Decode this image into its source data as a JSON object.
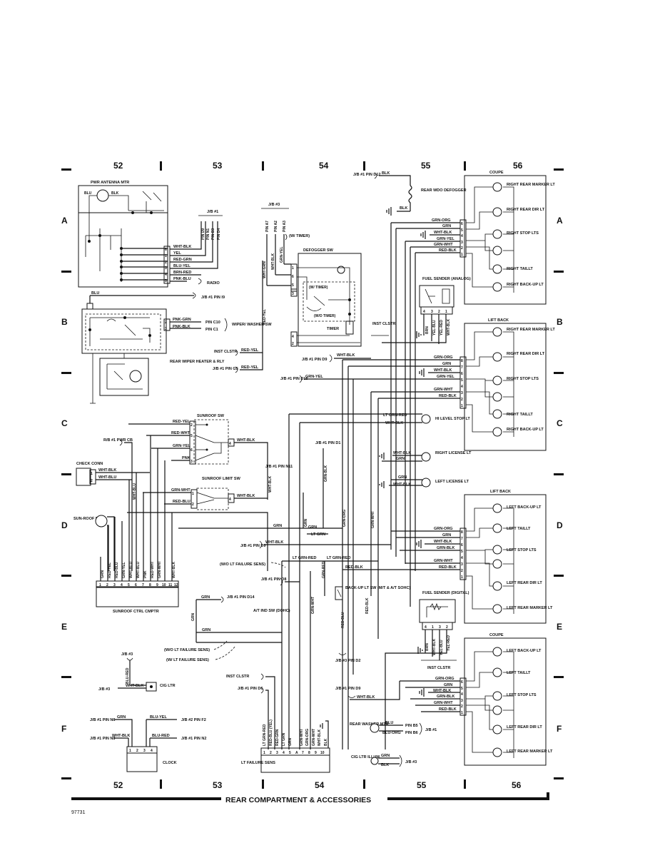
{
  "grid": {
    "columns": [
      "52",
      "53",
      "54",
      "55",
      "56"
    ],
    "rows": [
      "A",
      "B",
      "C",
      "D",
      "E",
      "F"
    ]
  },
  "footer": {
    "title": "REAR COMPARTMENT & ACCESSORIES",
    "doc_id": "97731"
  },
  "components": {
    "pwr_antenna": "PWR ANTENNA MTR",
    "radio": "RADIO",
    "jb1_a": "J/B #1",
    "jb3_a": "J/B #3",
    "w_timer": "(W/ TIMER)",
    "defogger_sw": "DEFOGGER SW",
    "w_timer2": "(W/ TIMER)",
    "wo_timer": "(W/O TIMER)",
    "timer": "TIMER",
    "rear_wdo_defogger": "REAR WDO DEFOGGER",
    "jb1_pin_d12": "J/B #1 PIN D12",
    "wiper_washer_sw": "WIPER/ WASHER SW",
    "rear_wiper": "REAR WIPER HEATER & RLY",
    "inst_clstr": "INST CLSTR",
    "jb1_pin_g5": "J/B #1 PIN G5",
    "jb1_pin_d9": "J/B #1 PIN D9",
    "jb1_pin_d15": "J/B #1 PIN D15",
    "fuel_sender_analog": "FUEL SENDER (ANALOG)",
    "inst_clstr2": "INST CLSTR",
    "sunroof_sw": "SUNROOF SW",
    "rb1_pwr_cb": "R/B #1 PWR CB",
    "check_conn": "CHECK CONN",
    "sunroof_limit_sw": "SUNROOF LIMIT SW",
    "sunroof_mtr": "SUN-ROOF MTR",
    "sunroof_ctrl": "SUNROOF CTRL CMPTR",
    "jb1_pin_n11": "J/B #1 PIN N11",
    "jb1_pin_d1": "J/B #1 PIN D1",
    "hi_level_stop": "HI LEVEL STOP LT",
    "right_license": "RIGHT LICENSE LT",
    "left_license": "LEFT LICENSE LT",
    "wo_lt_failure": "(W/O LT FAILURE SENS)",
    "jb1_pin_d8": "J/B #1 PIN D8",
    "backup_sw": "BACK-UP LT SW (M/T & A/T SOHC)",
    "jb1_pin_d14": "J/B #1 PIN D14",
    "at_ind_sw": "A/T IND SW (DOHC)",
    "wo_lt_failure2": "(W/O LT FAILURE SENS)",
    "w_lt_failure": "(W/ LT FAILURE SENS)",
    "fuel_sender_digital": "FUEL SENDER (DIGITAL)",
    "inst_clstr3": "INST CLSTR",
    "jb3_pin_d2": "J/B #3 PIN D2",
    "jb3_b": "J/B #3",
    "cig_ltr": "CIG LTR",
    "inst_clstr4": "INST CLSTR",
    "jb1_pin_d6": "J/B #1 PIN D6",
    "jb1_pin_d9b": "J/B #1 PIN D9",
    "rear_washer": "REAR WASHER MTR",
    "jb1_b": "J/B #1",
    "cig_ltr_illum": "CIG LTR ILLUM",
    "jb3_c": "J/B #3",
    "clock": "CLOCK",
    "lt_failure_sens": "LT FAILURE SENS",
    "coupe_right": "COUPE",
    "liftback_right": "LIFT BACK",
    "liftback_left": "LIFT BACK",
    "coupe_left": "COUPE"
  },
  "lamps": {
    "coupe_right": [
      "RIGHT REAR MARKER LT",
      "RIGHT REAR DIR LT",
      "RIGHT STOP LTS",
      "RIGHT TAILLT",
      "RIGHT BACK-UP LT"
    ],
    "liftback_right": [
      "RIGHT REAR MARKER LT",
      "RIGHT REAR DIR LT",
      "RIGHT STOP LTS",
      "RIGHT TAILLT",
      "RIGHT BACK-UP LT"
    ],
    "liftback_left": [
      "LEFT BACK-UP LT",
      "LEFT TAILLT",
      "LEFT STOP LTS",
      "LEFT REAR DIR LT",
      "LEFT REAR MARKER LT"
    ],
    "coupe_left": [
      "LEFT BACK-UP LT",
      "LEFT TAILLT",
      "LEFT STOP LTS",
      "LEFT REAR DIR LT",
      "LEFT REAR MARKER LT"
    ]
  },
  "wires": {
    "antenna": [
      "WHT-BLK",
      "YEL",
      "RED-GRN",
      "BLU-YEL",
      "BRN-RED",
      "PNK-BLU"
    ],
    "antenna_pins": [
      "PIN D9",
      "PIN N1",
      "PIN B3",
      "PIN D4"
    ],
    "blu_jb1_pin_i9": "J/B #1 PIN I9",
    "wiper": [
      "PNK-GRN",
      "PNK-BLK"
    ],
    "wiper_pins": [
      "PIN C10",
      "PIN C1"
    ],
    "defog_pins": [
      "PIN A7",
      "PIN A2",
      "PIN A3"
    ],
    "defog_wires": [
      "WHT-GRN",
      "WHT-BLK",
      "GRN-YEL"
    ],
    "coupe_right_wires": [
      "GRN-ORG",
      "GRN",
      "WHT-BLK",
      "GRN-YEL",
      "GRN-WHT",
      "RED-BLK"
    ],
    "liftback_right_wires": [
      "GRN-ORG",
      "GRN",
      "WHT-BLK",
      "GRN-YEL",
      "GRN-WHT",
      "RED-BLK"
    ],
    "liftback_left_wires": [
      "GRN-ORG",
      "GRN",
      "WHT-BLK",
      "GRN-BLK",
      "GRN-WHT",
      "RED-BLK"
    ],
    "coupe_left_wires": [
      "GRN-ORG",
      "GRN",
      "WHT-BLK",
      "GRN-BLK",
      "GRN-WHT",
      "RED-BLK"
    ],
    "sunroof_sw_wires": [
      "RED-YEL",
      "RED-WHT",
      "GRN-YEL",
      "PNK",
      "WHT-BLK"
    ],
    "limit_sw_wires": [
      "GRN-WHT",
      "RED-BLU",
      "WHT-BLK"
    ],
    "check_conn_wires": [
      "WHT-BLK",
      "WHT-BLU"
    ],
    "sunroof_ctrl_wires": [
      "GRN",
      "RED-YEL",
      "RED-BLU",
      "GRN-YEL",
      "WHT-BLU",
      "WHT-BLU",
      "PNK",
      "RED-WHT",
      "GRN-WHT",
      "WHT-BLK"
    ],
    "lt_failure_wires": [
      "LT GRN-RED",
      "RED-BLU (YEL)",
      "RED-GRN",
      "LT GRN",
      "GRN",
      "GRN-WHT",
      "GRN-ORG",
      "GRN-WHT",
      "WHT-BLK",
      "BLK"
    ],
    "clock_wires": [
      "GRN",
      "BLU-YEL",
      "WHT-BLK",
      "BLU-RED"
    ],
    "clock_pins": [
      "J/B #1 PIN N6",
      "J/B #2 PIN F2",
      "J/B #1 PIN N8",
      "J/B #1 PIN N2"
    ],
    "washer_wires": [
      "BLU",
      "BLU-ORG"
    ],
    "washer_pins": [
      "PIN B5",
      "PIN B6"
    ],
    "fuel_analog_wires": [
      "BRN",
      "YEL-BLU",
      "YEL-RED",
      "WHT-BLK"
    ],
    "fuel_digital_wires": [
      "BRN",
      "WHT-BLK",
      "YEL-BLU",
      "YEL-RED"
    ],
    "misc": {
      "red_yel": "RED-YEL",
      "wht_blk": "WHT-BLK",
      "grn_yel": "GRN-YEL",
      "blk": "BLK",
      "blu": "BLU",
      "lt_grn_red": "LT GRN-RED",
      "grn_org": "GRN-ORG",
      "grn_blk": "GRN-BLK",
      "grn_wht": "GRN-WHT",
      "grn": "GRN",
      "lt_grn": "LT GRN",
      "red_blk": "RED-BLK",
      "red_blu": "RED-BLU",
      "blu_red": "BLU-RED",
      "wht_blk2": "WHT-BLK",
      "lt_grn_red2": "LT GRN-RED",
      "lt_grn_red3": "LT GRN-RED",
      "grn_red": "GRN-RED",
      "red_blk2": "RED-BLK",
      "grn_wht2": "GRN-WHT",
      "grn2": "GRN",
      "grn3": "GRN",
      "cig_blk": "BLK",
      "cig_grn": "GRN",
      "jb3_cig": "J/B #3"
    }
  }
}
